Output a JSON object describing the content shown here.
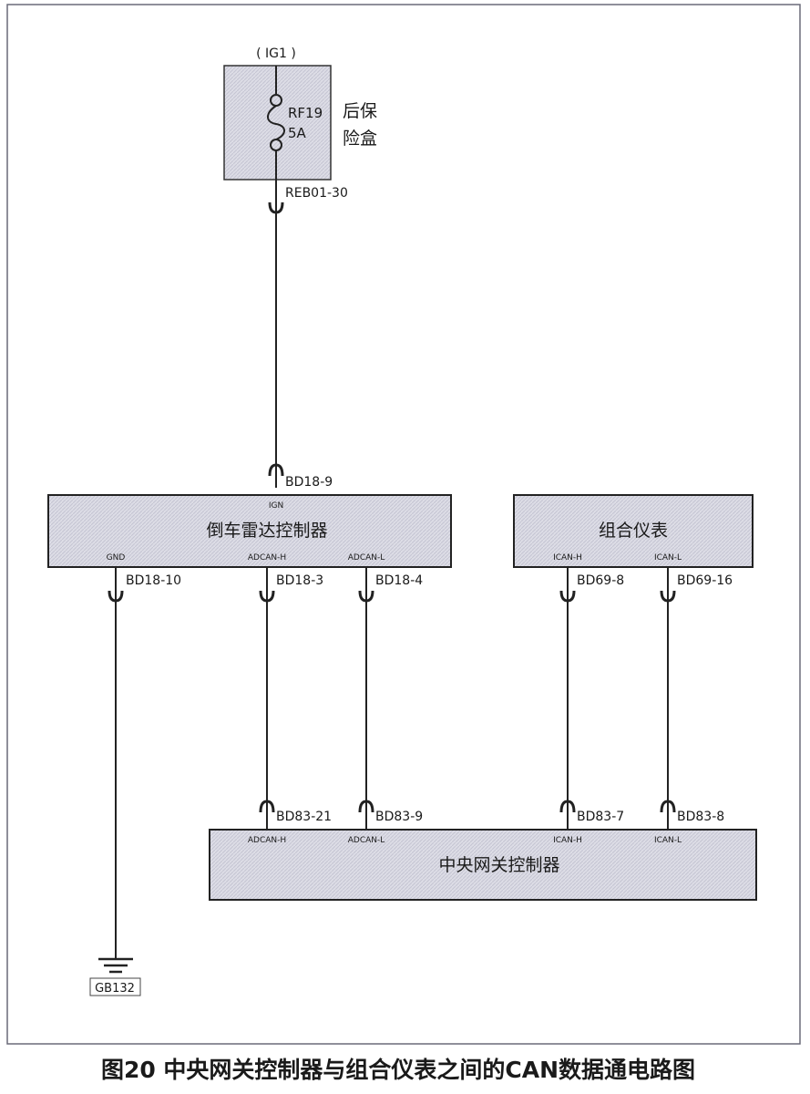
{
  "fuse_box": {
    "supply_label": "( IG1 )",
    "fuse_id": "RF19",
    "fuse_rating": "5A",
    "name_line1": "后保",
    "name_line2": "险盒",
    "output_connector": "REB01-30"
  },
  "radar_controller": {
    "name": "倒车雷达控制器",
    "input_connector": "BD18-9",
    "pin_ign": "IGN",
    "pin_gnd": "GND",
    "pin_adcan_h": "ADCAN-H",
    "pin_adcan_l": "ADCAN-L",
    "conn_gnd": "BD18-10",
    "conn_adcan_h": "BD18-3",
    "conn_adcan_l": "BD18-4"
  },
  "instrument_cluster": {
    "name": "组合仪表",
    "pin_ican_h": "ICAN-H",
    "pin_ican_l": "ICAN-L",
    "conn_ican_h": "BD69-8",
    "conn_ican_l": "BD69-16"
  },
  "gateway": {
    "name": "中央网关控制器",
    "pin_adcan_h": "ADCAN-H",
    "pin_adcan_l": "ADCAN-L",
    "pin_ican_h": "ICAN-H",
    "pin_ican_l": "ICAN-L",
    "conn_adcan_h": "BD83-21",
    "conn_adcan_l": "BD83-9",
    "conn_ican_h": "BD83-7",
    "conn_ican_l": "BD83-8"
  },
  "ground": {
    "label": "GB132"
  },
  "caption": "图20 中央网关控制器与组合仪表之间的CAN数据通电路图"
}
